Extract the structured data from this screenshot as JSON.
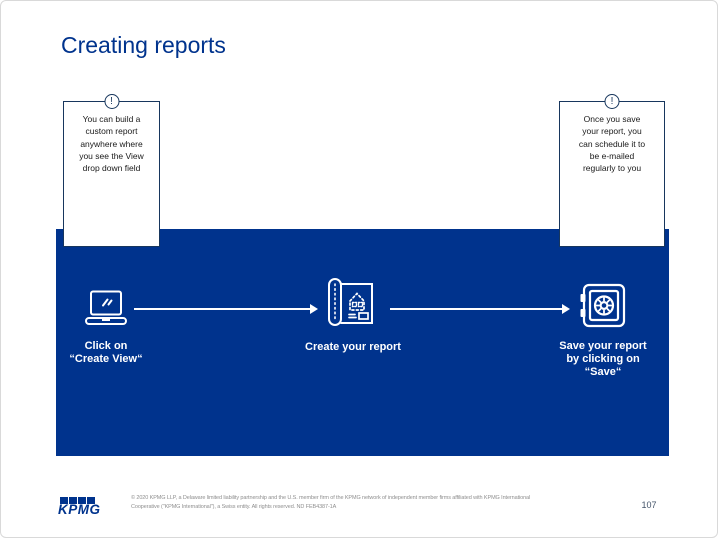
{
  "slide": {
    "title": "Creating reports",
    "page_number": "107"
  },
  "callouts": {
    "left": {
      "badge": "!",
      "lines": [
        "You can build a",
        "custom report",
        "anywhere where",
        "you see the View",
        "drop down field"
      ]
    },
    "right": {
      "badge": "!",
      "lines": [
        "Once you save",
        "your report, you",
        "can schedule it to",
        "be e-mailed",
        "regularly to you"
      ]
    }
  },
  "flow": {
    "step1": {
      "icon": "laptop-icon",
      "label_lines": [
        "Click on",
        "“Create View“"
      ]
    },
    "step2": {
      "icon": "blueprint-icon",
      "label_lines": [
        "Create your report"
      ]
    },
    "step3": {
      "icon": "safe-icon",
      "label_lines": [
        "Save your report",
        "by clicking on",
        "“Save“"
      ]
    }
  },
  "footer": {
    "logo": "KPMG",
    "copyright_line1": "© 2020 KPMG LLP, a Delaware limited liability partnership and the U.S. member firm of the KPMG network of independent member firms affiliated with KPMG International",
    "copyright_line2": "Cooperative (\"KPMG International\"), a Swiss entity. All rights reserved. ND FEB4387-1A"
  },
  "colors": {
    "kpmg_blue": "#00338D",
    "border_navy": "#17365D",
    "label_white": "#ffffff",
    "footer_gray": "#8f8f8f"
  }
}
